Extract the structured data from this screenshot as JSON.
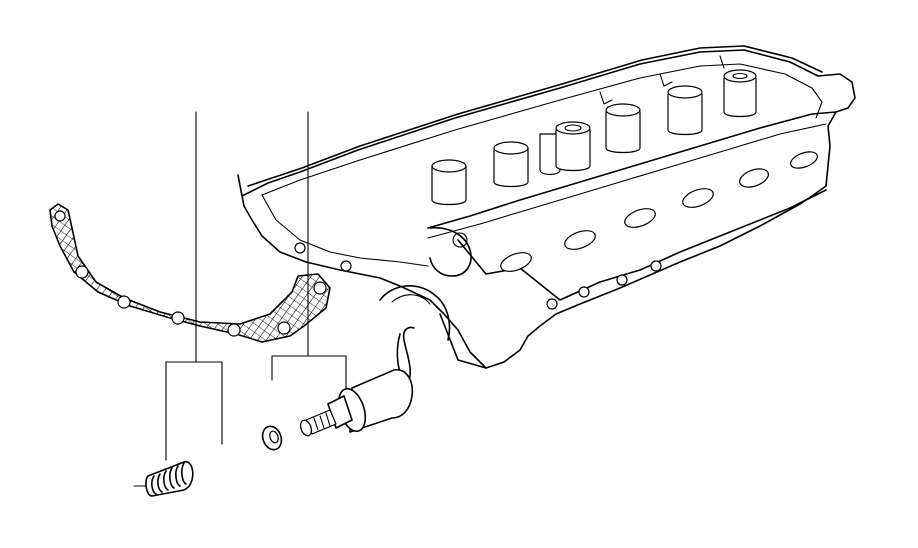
{
  "diagram": {
    "labels": [],
    "colors": {
      "line": "#000000",
      "background": "#ffffff"
    },
    "parts": [
      {
        "name": "cylinder-head",
        "icon": "engine-head-icon"
      },
      {
        "name": "gasket",
        "icon": "gasket-icon"
      },
      {
        "name": "vanos-solenoid",
        "icon": "solenoid-icon"
      },
      {
        "name": "sealing-ring",
        "icon": "ring-icon"
      },
      {
        "name": "compression-spring",
        "icon": "spring-icon"
      }
    ]
  }
}
